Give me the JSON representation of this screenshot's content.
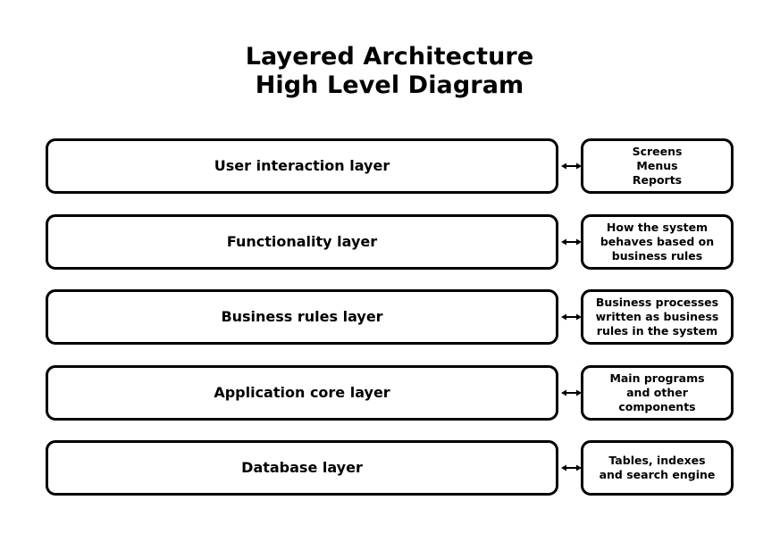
{
  "title": {
    "line1": "Layered Architecture",
    "line2": "High Level Diagram"
  },
  "colors": {
    "background": "#ffffff",
    "stroke": "#000000",
    "text": "#000000"
  },
  "connector": {
    "icon": "double-headed-arrow-icon",
    "direction": "bidirectional"
  },
  "rows": [
    {
      "layer": "User interaction layer",
      "detail": "Screens\nMenus\nReports"
    },
    {
      "layer": "Functionality layer",
      "detail": "How the system\nbehaves based on\nbusiness rules"
    },
    {
      "layer": "Business rules layer",
      "detail": "Business processes\nwritten as business\nrules in the system"
    },
    {
      "layer": "Application core layer",
      "detail": "Main programs\nand other\ncomponents"
    },
    {
      "layer": "Database layer",
      "detail": "Tables, indexes\nand search engine"
    }
  ]
}
